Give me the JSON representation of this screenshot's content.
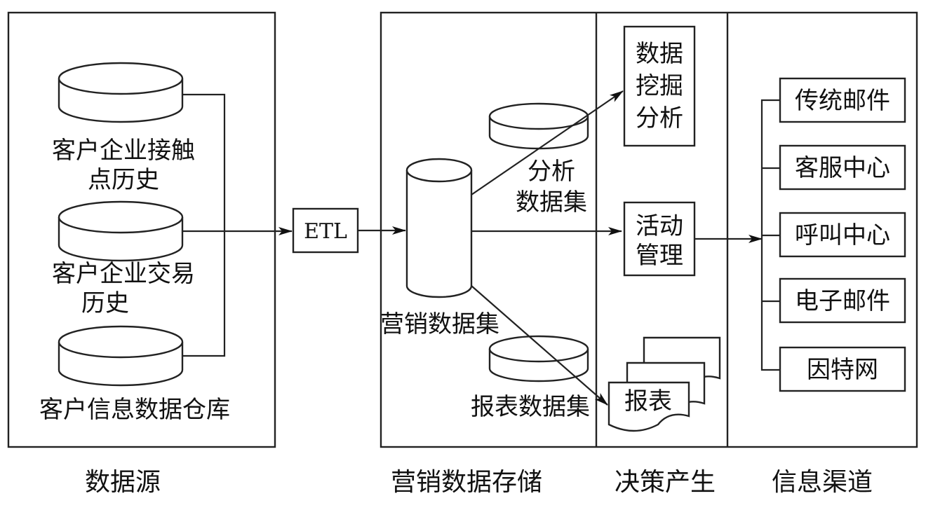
{
  "sections": {
    "data_source": "数据源",
    "storage": "营销数据存储",
    "decision": "决策产生",
    "channels": "信息渠道"
  },
  "sources": {
    "touchpoint": [
      "客户企业接触",
      "点历史"
    ],
    "transaction": [
      "客户企业交易",
      "历史"
    ],
    "warehouse": "客户信息数据仓库"
  },
  "etl": "ETL",
  "marketing_dataset": "营销数据集",
  "analysis_dataset": [
    "分析",
    "数据集"
  ],
  "report_dataset": "报表数据集",
  "decisions": {
    "mining": [
      "数据",
      "挖掘",
      "分析"
    ],
    "campaign": [
      "活动",
      "管理"
    ],
    "report": "报表"
  },
  "channels": [
    "传统邮件",
    "客服中心",
    "呼叫中心",
    "电子邮件",
    "因特网"
  ]
}
